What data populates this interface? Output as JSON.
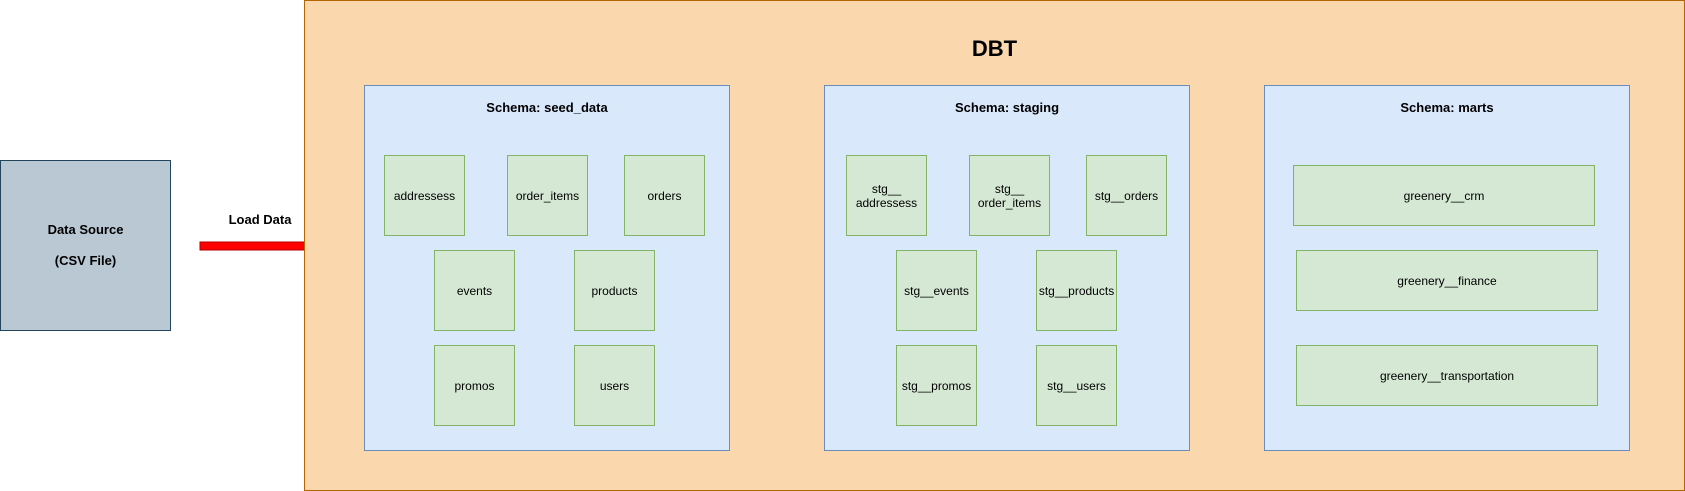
{
  "source": {
    "line1": "Data Source",
    "line2": "(CSV File)"
  },
  "arrow": {
    "label": "Load Data",
    "color": "#ff0000"
  },
  "dbt": {
    "title": "DBT"
  },
  "schemas": {
    "seed": {
      "title": "Schema:  seed_data",
      "items": [
        "addressess",
        "order_items",
        "orders",
        "events",
        "products",
        "promos",
        "users"
      ]
    },
    "staging": {
      "title": "Schema:  staging",
      "items": [
        "stg__\naddressess",
        "stg__\norder_items",
        "stg__orders",
        "stg__events",
        "stg__products",
        "stg__promos",
        "stg__users"
      ]
    },
    "marts": {
      "title": "Schema:  marts",
      "items": [
        "greenery__crm",
        "greenery__finance",
        "greenery__transportation"
      ]
    }
  },
  "colors": {
    "source_fill": "#bac8d3",
    "dbt_fill": "#fad7ac",
    "schema_fill": "#dae8fc",
    "node_fill": "#d5e8d4"
  }
}
